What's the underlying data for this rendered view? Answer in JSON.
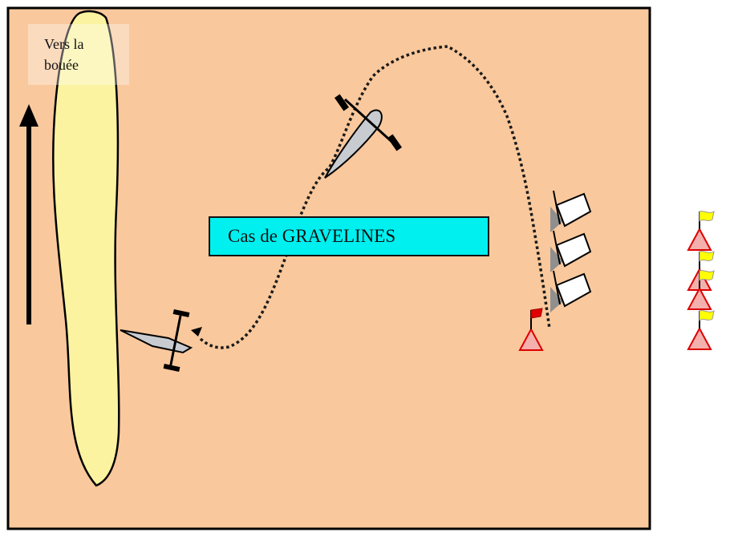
{
  "colors": {
    "water": "#f9c89c",
    "island": "#fbf3a0",
    "label_box": "#00f0f0",
    "boat": "#c8ccd0",
    "sail": "#ffffff",
    "sail_shadow": "#8f8f8f",
    "mark": "#f4b0ac",
    "mark_flag_red": "#e00000",
    "mark_flag_yellow": "#ffff00",
    "arrow": "#000000"
  },
  "labels": {
    "buoy_line1": "Vers la",
    "buoy_line2": "bouée",
    "case_title": "Cas de GRAVELINES"
  },
  "icons": {
    "direction_arrow": "up-arrow-icon",
    "boats": "windsurf-board-icon",
    "sails": "sail-icon",
    "marks": "triangle-buoy-icon"
  }
}
